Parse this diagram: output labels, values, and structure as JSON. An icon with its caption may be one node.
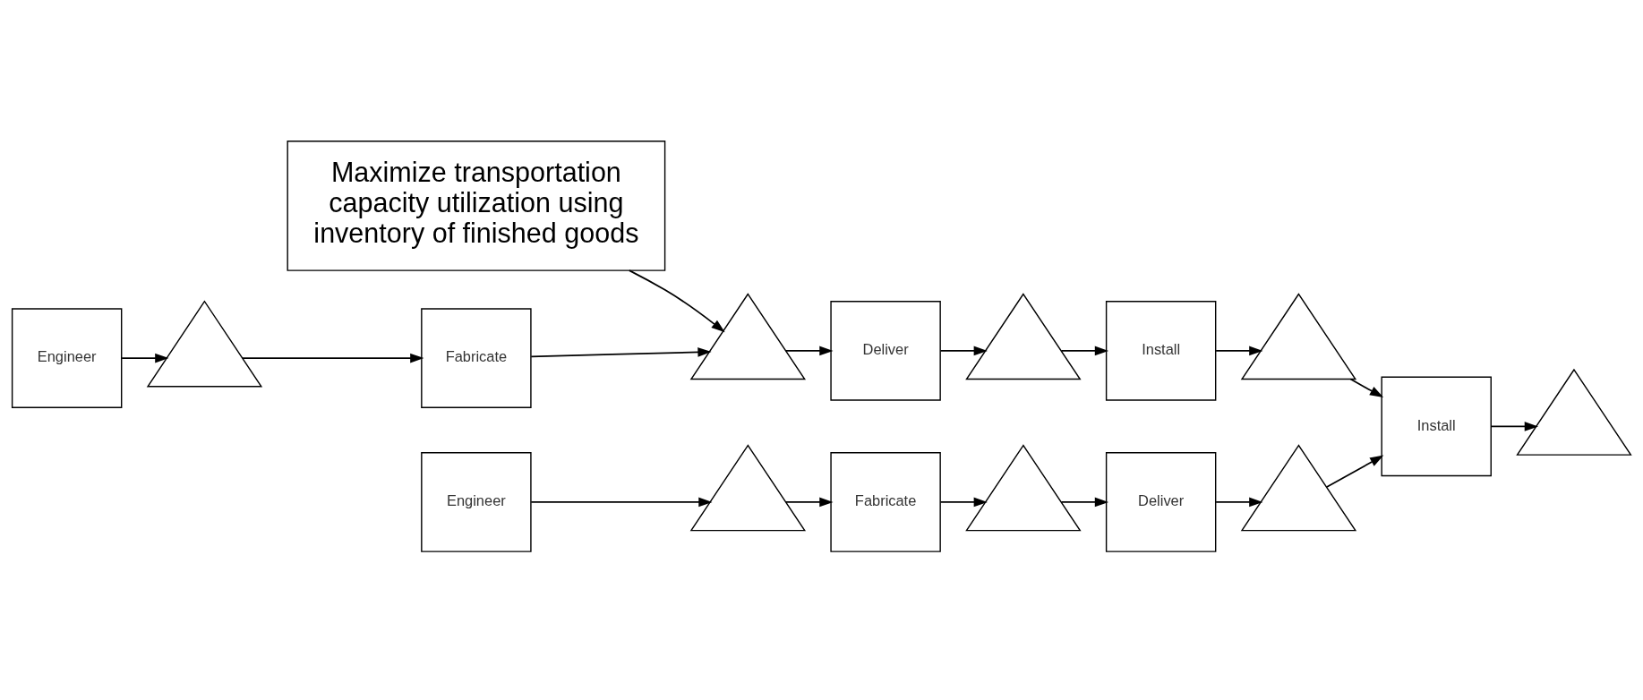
{
  "diagram": {
    "nodes": [
      {
        "text": [
          "Maximize transportation capacity utilization using inventory of finished goods"
        ]
      },
      {
        "text": [
          "Engineer"
        ]
      },
      {
        "text": [],
        "shape": "triangle"
      },
      {
        "text": [
          "Fabricate"
        ]
      },
      {
        "text": [],
        "shape": "triangle"
      },
      {
        "text": [
          "Deliver"
        ]
      },
      {
        "text": [],
        "shape": "triangle"
      },
      {
        "text": [
          "Install"
        ]
      },
      {
        "text": [],
        "shape": "triangle"
      },
      {
        "text": [
          "Engineer"
        ]
      },
      {
        "text": [],
        "shape": "triangle"
      },
      {
        "text": [
          "Fabricate"
        ]
      },
      {
        "text": [],
        "shape": "triangle"
      },
      {
        "text": [
          "Deliver"
        ]
      },
      {
        "text": [],
        "shape": "triangle"
      },
      {
        "text": [
          "Install"
        ]
      },
      {
        "text": [],
        "shape": "triangle"
      }
    ],
    "edges": [
      {
        "from": 0,
        "to": 4,
        "arrow": "to"
      },
      {
        "from": 1,
        "to": 2,
        "arrow": "to"
      },
      {
        "from": 2,
        "to": 3,
        "arrow": "to"
      },
      {
        "from": 3,
        "to": 4,
        "arrow": "to"
      },
      {
        "from": 4,
        "to": 5,
        "arrow": "to"
      },
      {
        "from": 5,
        "to": 6,
        "arrow": "to"
      },
      {
        "from": 6,
        "to": 7,
        "arrow": "to"
      },
      {
        "from": 7,
        "to": 8,
        "arrow": "to"
      },
      {
        "from": 8,
        "to": 15,
        "arrow": "to"
      },
      {
        "from": 9,
        "to": 10,
        "arrow": "to"
      },
      {
        "from": 10,
        "to": 11,
        "arrow": "to"
      },
      {
        "from": 11,
        "to": 12,
        "arrow": "to"
      },
      {
        "from": 12,
        "to": 13,
        "arrow": "to"
      },
      {
        "from": 13,
        "to": 14,
        "arrow": "to"
      },
      {
        "from": 14,
        "to": 15,
        "arrow": "to"
      },
      {
        "from": 15,
        "to": 16,
        "arrow": "to"
      }
    ]
  }
}
